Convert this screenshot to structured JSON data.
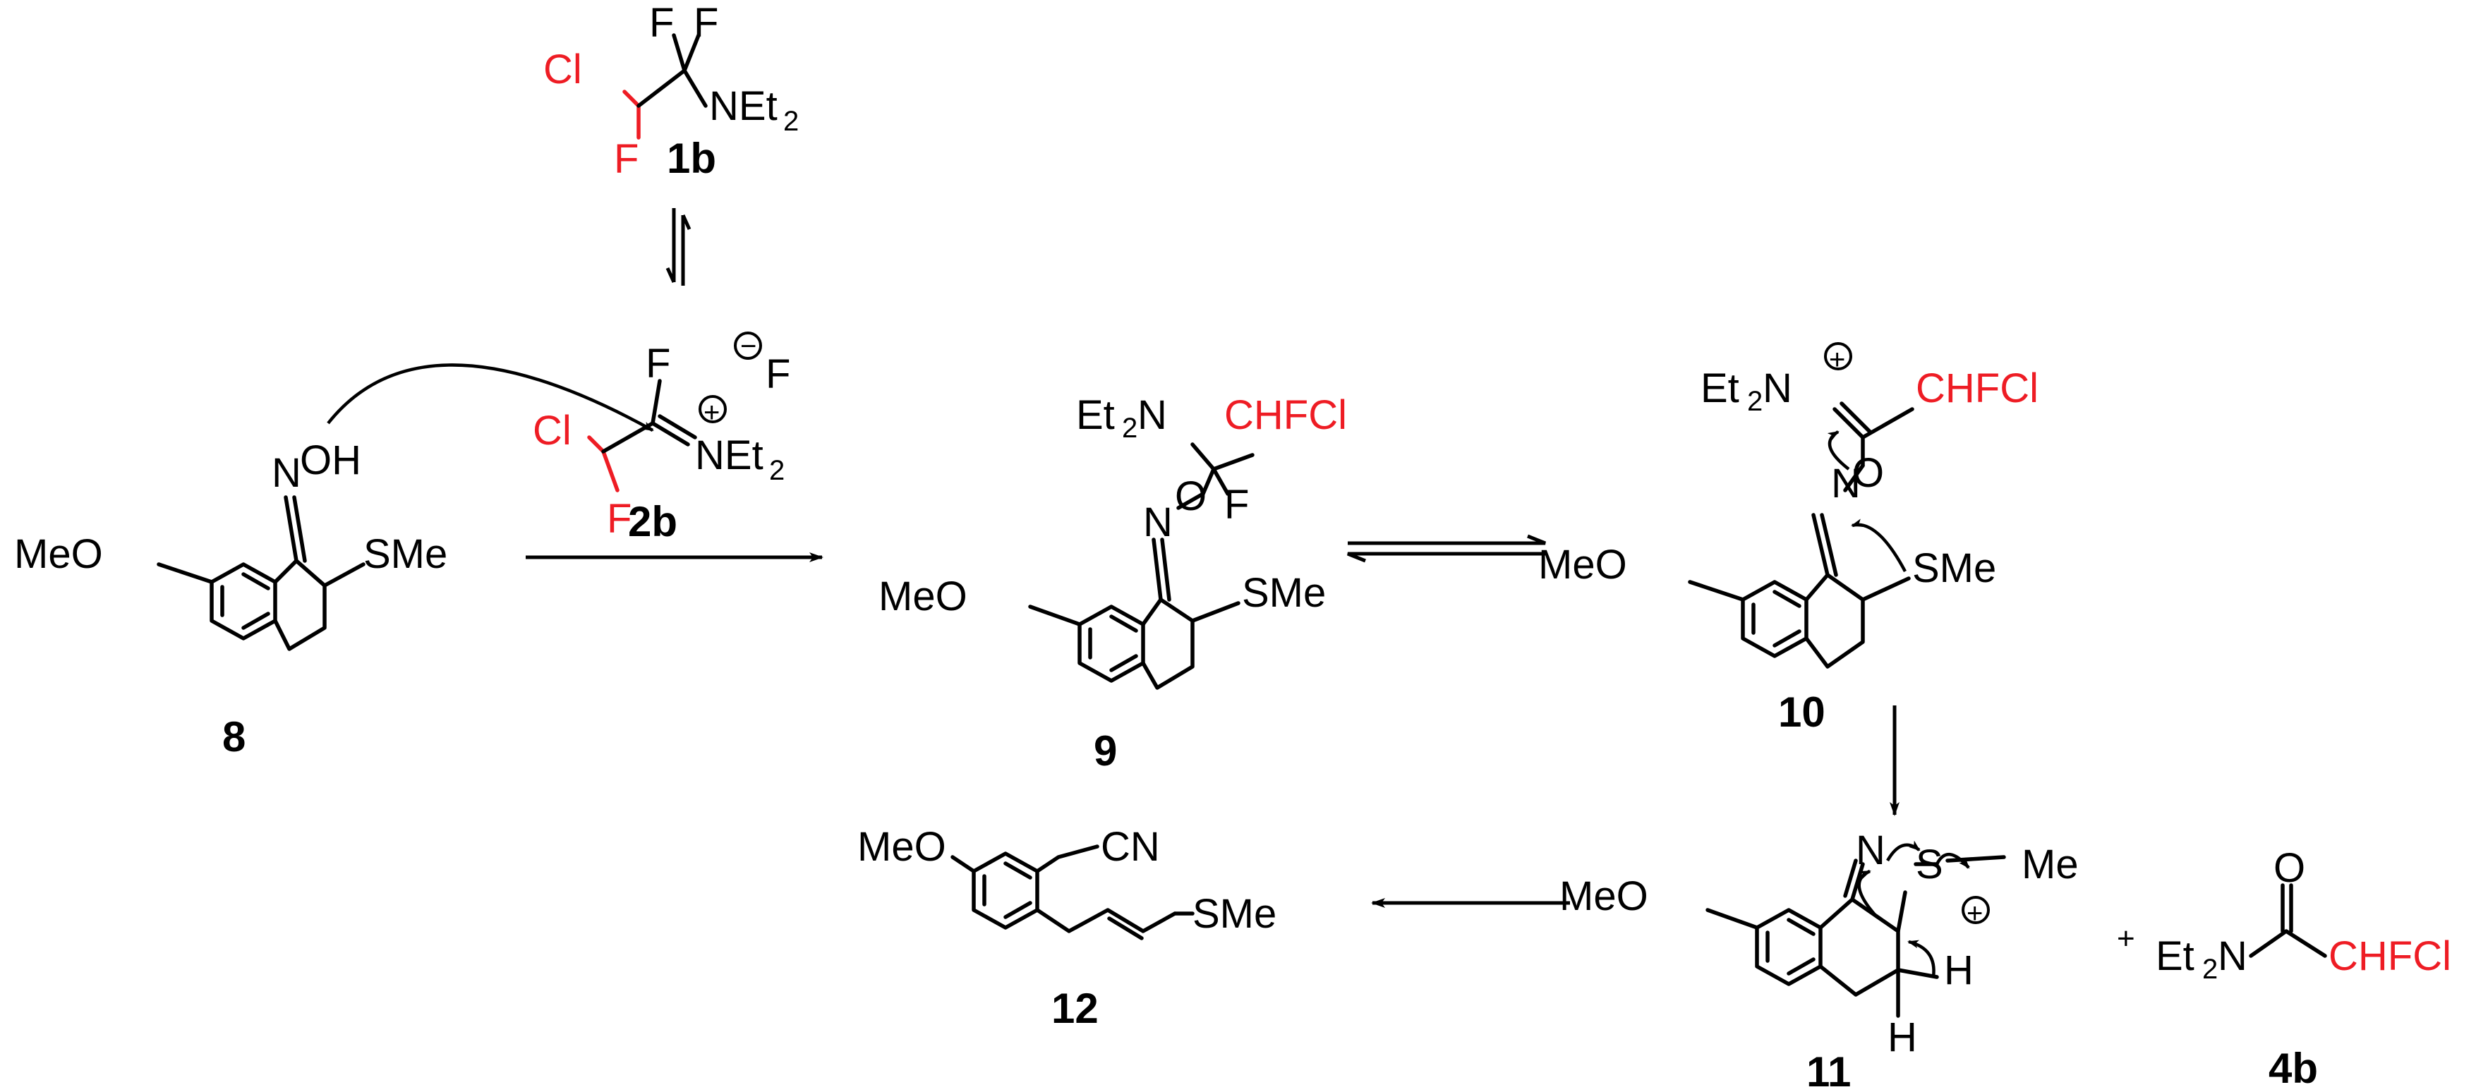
{
  "labels": {
    "cmp_1b": "1b",
    "cmp_2b": "2b",
    "cmp_8": "8",
    "cmp_9": "9",
    "cmp_10": "10",
    "cmp_11": "11",
    "cmp_12": "12",
    "cmp_4b": "4b"
  },
  "atoms": {
    "F": "F",
    "Cl": "Cl",
    "NEt": "NEt",
    "Et": "Et",
    "N": "N",
    "O": "O",
    "OH": "OH",
    "MeO": "MeO",
    "SMe": "SMe",
    "CHFCl": "CHFCl",
    "S": "S",
    "Me": "Me",
    "H": "H",
    "CN": "CN",
    "sub2": "2"
  },
  "symbols": {
    "plus": "+",
    "cation": "+",
    "anion": "−"
  },
  "colors": {
    "highlight": "#ee1c24",
    "ink": "#000000"
  }
}
